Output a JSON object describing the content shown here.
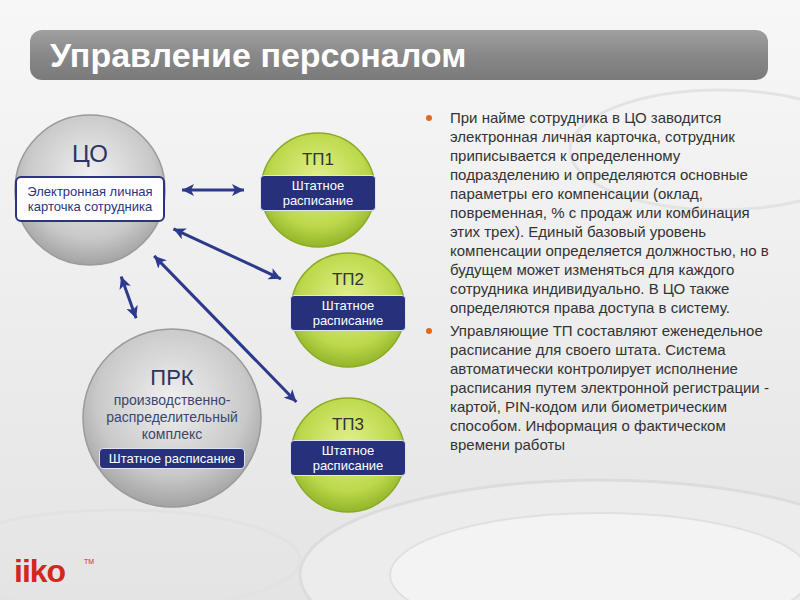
{
  "diagram": {
    "title": "Управление персоналом",
    "nodes": [
      {
        "text": [
          "ЦО"
        ]
      },
      {
        "text": [
          "Электронная личная карточка сотрудника"
        ],
        "in": 0
      },
      {
        "text": [
          "ТП1"
        ]
      },
      {
        "text": [
          "Штатное расписание"
        ],
        "in": 2
      },
      {
        "text": [
          "ТП2"
        ]
      },
      {
        "text": [
          "Штатное расписание"
        ],
        "in": 4
      },
      {
        "text": [
          "ТП3"
        ]
      },
      {
        "text": [
          "Штатное расписание"
        ],
        "in": 6
      },
      {
        "text": [
          "ПРК",
          "производственно-распределительный комплекс"
        ]
      },
      {
        "text": [
          "Штатное расписание"
        ],
        "in": 8
      }
    ],
    "edges": [
      {
        "from": 0,
        "to": 2,
        "arrow": "both"
      },
      {
        "from": 0,
        "to": 4,
        "arrow": "both"
      },
      {
        "from": 0,
        "to": 6,
        "arrow": "both"
      },
      {
        "from": 0,
        "to": 8,
        "arrow": "both"
      }
    ],
    "labels": [
      "При найме сотрудника в ЦО заводится электронная личная карточка, сотрудник приписывается к определенному подразделению и определяются основные параметры его компенсации (оклад, повременная, % с продаж или комбинация этих трех). Единый базовый уровень компенсации определяется должностью, но в будущем может изменяться для каждого сотрудника индивидуально. В ЦО также определяются права доступа в систему.",
      "Управляющие ТП составляют еженедельное расписание для своего штата. Система автоматически контролирует исполнение расписания путем электронной регистрации - картой, PIN-кодом или биометрическим способом. Информация о фактическом времени работы",
      "iiko",
      "TM"
    ]
  }
}
